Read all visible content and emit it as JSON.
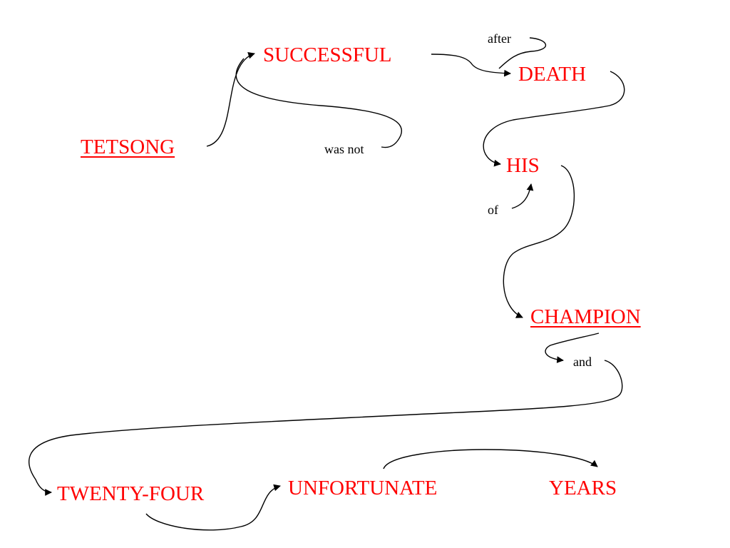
{
  "colors": {
    "word": "#ff0000",
    "connector": "#000000"
  },
  "words": {
    "tetsong": "TETSONG",
    "successful": "SUCCESSFUL",
    "death": "DEATH",
    "his": "HIS",
    "champion": "CHAMPION",
    "twenty_four": "TWENTY-FOUR",
    "unfortunate": "UNFORTUNATE",
    "years": "YEARS"
  },
  "links": {
    "was_not": "was not",
    "after": "after",
    "of": "of",
    "and": "and"
  }
}
